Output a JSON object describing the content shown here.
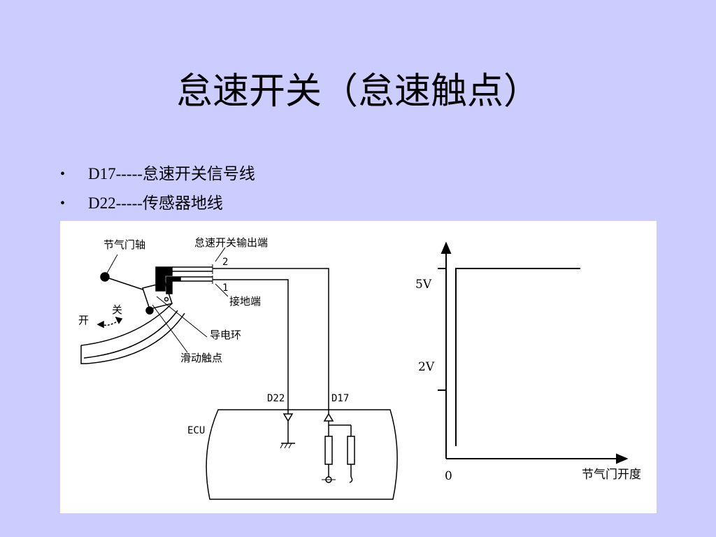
{
  "colors": {
    "background": "#ccccff",
    "panel": "#ffffff",
    "ink": "#000000"
  },
  "slide": {
    "title": "怠速开关（怠速触点）",
    "bullets": [
      {
        "marker": "•",
        "text": "D17-----怠速开关信号线"
      },
      {
        "marker": "•",
        "text": "D22-----传感器地线"
      }
    ]
  },
  "figure": {
    "mechanism": {
      "throttle_shaft": "节气门轴",
      "switch_output": "怠速开关输出端",
      "pin_2": "2",
      "pin_1": "1",
      "ground_terminal": "接地端",
      "open": "开",
      "close": "关",
      "conductive_ring": "导电环",
      "sliding_contact": "滑动触点"
    },
    "ecu": {
      "label": "ECU",
      "pin_d22": "D22",
      "pin_d17": "D17"
    },
    "graph": {
      "y_tick_high": "5V",
      "y_tick_low": "2V",
      "x_origin": "0",
      "x_label": "节气门开度"
    }
  }
}
